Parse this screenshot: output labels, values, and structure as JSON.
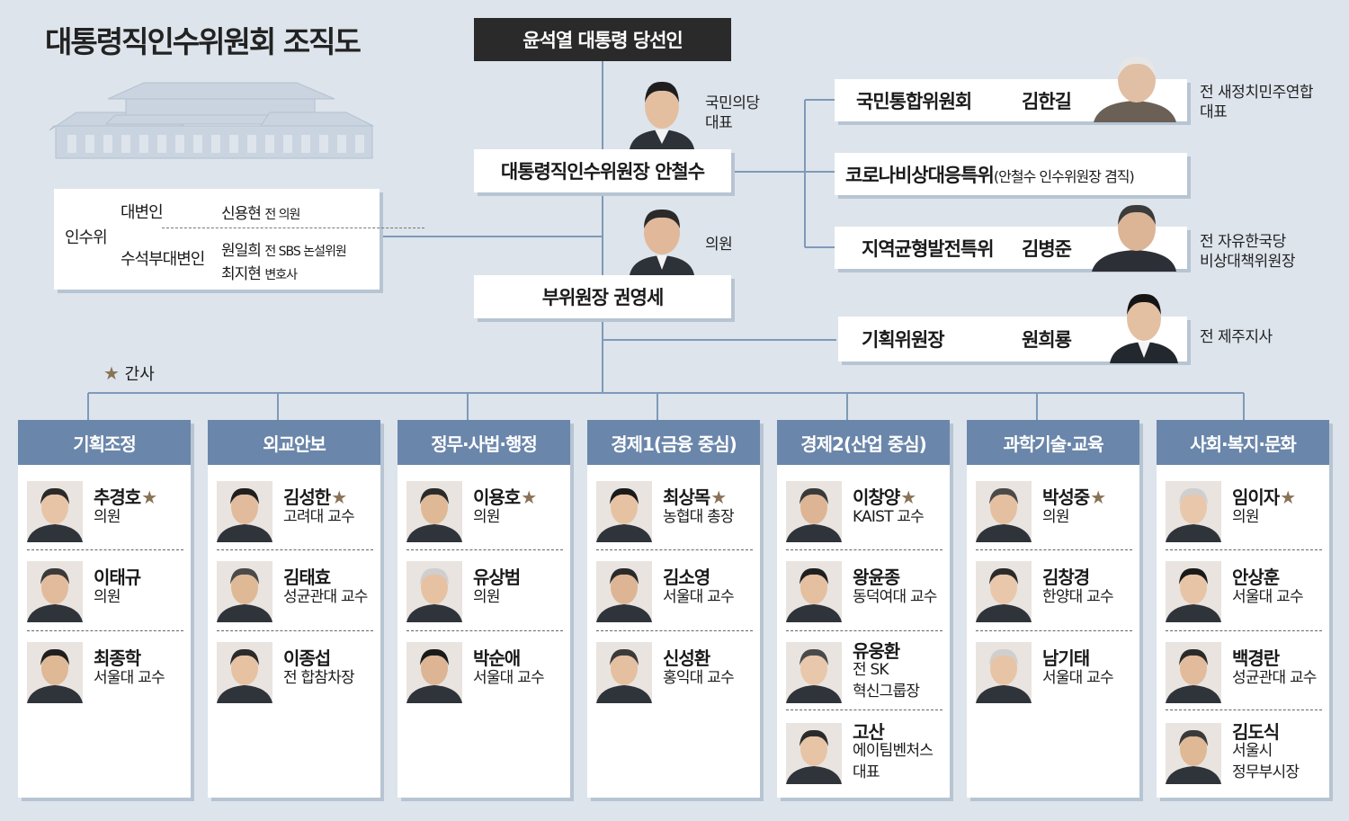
{
  "title": "대통령직인수위원회 조직도",
  "top": {
    "president_elect": "윤석열 대통령 당선인",
    "chair_label": "대통령직인수위원장 안철수",
    "chair_note": [
      "국민의당",
      "대표"
    ],
    "vice_label": "부위원장 권영세",
    "vice_note": "의원"
  },
  "spokespersons": {
    "group_label": "인수위",
    "spokesperson_label": "대변인",
    "spokesperson_name": "신용현",
    "spokesperson_desc": "전 의원",
    "chief_label": "수석부대변인",
    "chief_1_name": "원일희",
    "chief_1_desc": "전 SBS 논설위원",
    "chief_2_name": "최지현",
    "chief_2_desc": "변호사"
  },
  "committees": {
    "c1_name": "국민통합위원회",
    "c1_head": "김한길",
    "c1_note": [
      "전 새정치민주연합",
      "대표"
    ],
    "c2_name": "코로나비상대응특위",
    "c2_paren": "(안철수 인수위원장 겸직)",
    "c3_name": "지역균형발전특위",
    "c3_head": "김병준",
    "c3_note": [
      "전 자유한국당",
      "비상대책위원장"
    ],
    "c4_name": "기획위원장",
    "c4_head": "원희룡",
    "c4_note": "전 제주지사"
  },
  "legend": {
    "star": "★",
    "label": "간사"
  },
  "subcommittees": [
    {
      "title": "기획조정",
      "members": [
        {
          "name": "추경호",
          "role": [
            "의원"
          ],
          "star": true
        },
        {
          "name": "이태규",
          "role": [
            "의원"
          ],
          "star": false
        },
        {
          "name": "최종학",
          "role": [
            "서울대 교수"
          ],
          "star": false
        }
      ]
    },
    {
      "title": "외교안보",
      "members": [
        {
          "name": "김성한",
          "role": [
            "고려대 교수"
          ],
          "star": true
        },
        {
          "name": "김태효",
          "role": [
            "성균관대 교수"
          ],
          "star": false
        },
        {
          "name": "이종섭",
          "role": [
            "전 합참차장"
          ],
          "star": false
        }
      ]
    },
    {
      "title": "정무·사법·행정",
      "members": [
        {
          "name": "이용호",
          "role": [
            "의원"
          ],
          "star": true
        },
        {
          "name": "유상범",
          "role": [
            "의원"
          ],
          "star": false
        },
        {
          "name": "박순애",
          "role": [
            "서울대 교수"
          ],
          "star": false
        }
      ]
    },
    {
      "title": "경제1(금융 중심)",
      "members": [
        {
          "name": "최상목",
          "role": [
            "농협대 총장"
          ],
          "star": true
        },
        {
          "name": "김소영",
          "role": [
            "서울대 교수"
          ],
          "star": false
        },
        {
          "name": "신성환",
          "role": [
            "홍익대 교수"
          ],
          "star": false
        }
      ]
    },
    {
      "title": "경제2(산업 중심)",
      "members": [
        {
          "name": "이창양",
          "role": [
            "KAIST 교수"
          ],
          "star": true
        },
        {
          "name": "왕윤종",
          "role": [
            "동덕여대 교수"
          ],
          "star": false
        },
        {
          "name": "유웅환",
          "role": [
            "전 SK",
            "혁신그룹장"
          ],
          "star": false
        },
        {
          "name": "고산",
          "role": [
            "에이팀벤처스",
            "대표"
          ],
          "star": false
        }
      ]
    },
    {
      "title": "과학기술·교육",
      "members": [
        {
          "name": "박성중",
          "role": [
            "의원"
          ],
          "star": true
        },
        {
          "name": "김창경",
          "role": [
            "한양대 교수"
          ],
          "star": false
        },
        {
          "name": "남기태",
          "role": [
            "서울대 교수"
          ],
          "star": false
        }
      ]
    },
    {
      "title": "사회·복지·문화",
      "members": [
        {
          "name": "임이자",
          "role": [
            "의원"
          ],
          "star": true
        },
        {
          "name": "안상훈",
          "role": [
            "서울대 교수"
          ],
          "star": false
        },
        {
          "name": "백경란",
          "role": [
            "성균관대 교수"
          ],
          "star": false
        },
        {
          "name": "김도식",
          "role": [
            "서울시",
            "정무부시장"
          ],
          "star": false
        }
      ]
    }
  ]
}
